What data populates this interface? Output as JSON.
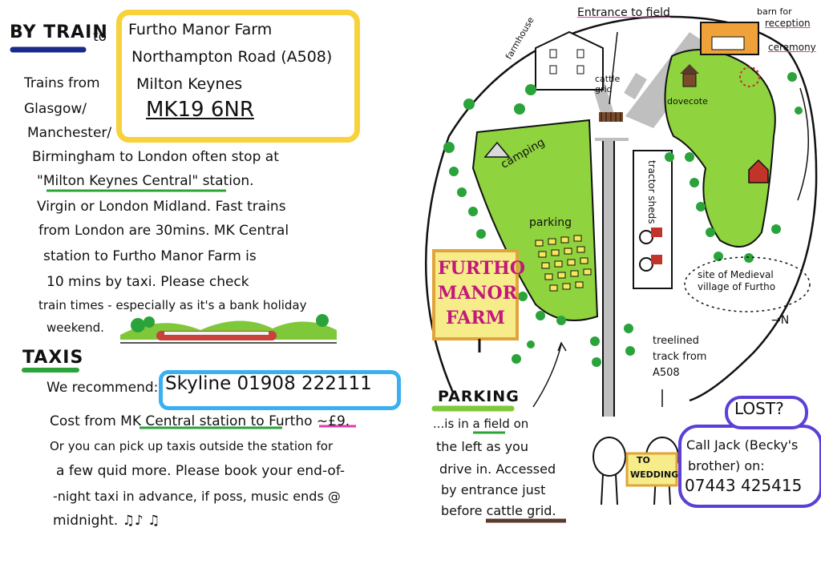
{
  "by_train": {
    "heading": "BY TRAIN",
    "to": "to",
    "address": [
      "Furtho Manor Farm",
      "Northampton Road (A508)",
      "Milton Keynes",
      "MK19 6NR"
    ],
    "lines": [
      "Trains from",
      "Glasgow/",
      "Manchester/",
      "Birmingham to London often stop at",
      "\"Milton Keynes Central\" station.",
      "Virgin or London Midland. Fast trains",
      "from London are 30mins. MK Central",
      "station to Furtho Manor Farm is",
      "10 mins by taxi. Please check",
      "train times - especially as it's a bank holiday",
      "weekend."
    ]
  },
  "taxis": {
    "heading": "TAXIS",
    "recommend": "We recommend:",
    "company": "Skyline 01908 222111",
    "lines": [
      "Cost from MK Central station to Furtho ~£9.",
      "Or you can pick up taxis outside the station for",
      "a few quid more. Please book your end-of-",
      "-night taxi in advance, if poss, music ends @",
      "midnight. ♫♪ ♫"
    ]
  },
  "parking": {
    "heading": "PARKING",
    "lines": [
      "...is in a field on",
      "the left as you",
      "drive in. Accessed",
      "by entrance just",
      "before cattle grid."
    ]
  },
  "lost": {
    "heading": "LOST?",
    "lines": [
      "Call Jack (Becky's",
      "brother) on:",
      "07443 425415"
    ]
  },
  "wedding_sign": [
    "TO",
    "WEDDING"
  ],
  "map": {
    "labels": {
      "entrance": "Entrance to field",
      "barn": "barn for",
      "reception": "reception",
      "ceremony": "ceremony",
      "farmhouse": "farmhouse",
      "cattle_grid": "cattle grid",
      "dovecote": "dovecote",
      "camping": "camping",
      "parking": "parking",
      "tractor_sheds": "tractor sheds",
      "site_village": "site of Medieval village of Furtho",
      "north": "→N",
      "treelined": "treelined track from A508"
    },
    "sign": [
      "FURTHO",
      "MANOR",
      "FARM"
    ]
  },
  "colors": {
    "green_field": "#8fd33f",
    "yellow_highlight": "#f7d23a",
    "blue_highlight": "#3ab0f0",
    "purple": "#5c3fd6",
    "pink": "#e23aa8",
    "navy": "#1a2a8a",
    "brown": "#5a3a2a"
  }
}
